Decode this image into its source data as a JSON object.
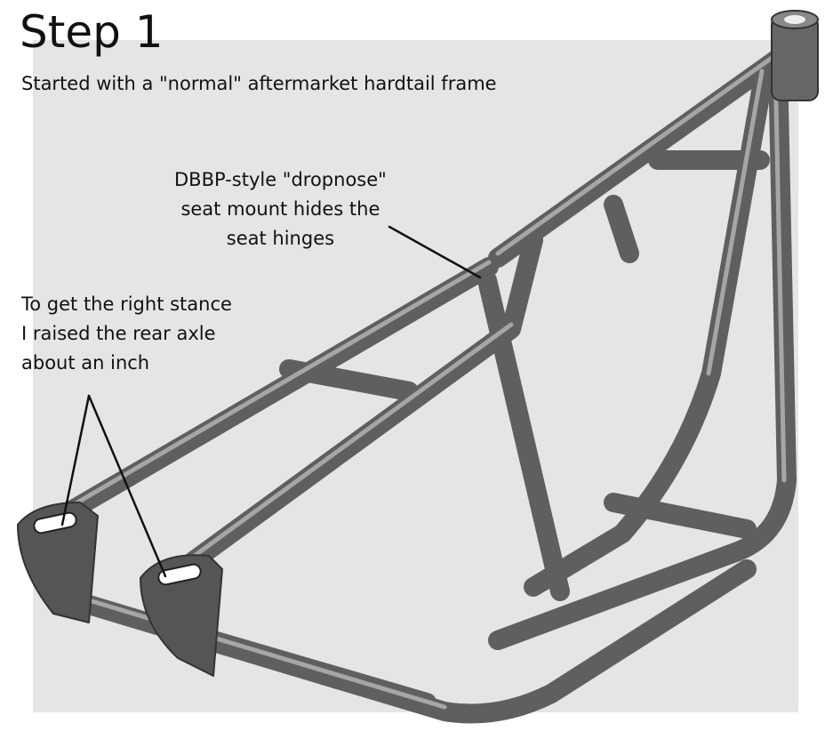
{
  "title": "Step 1",
  "subtitle": "Started with a \"normal\" aftermarket hardtail frame",
  "annotations": {
    "seat_mount": [
      "DBBP-style \"dropnose\"",
      "seat mount hides the",
      "seat hinges"
    ],
    "rear_axle": [
      "To get the right stance",
      "I raised the rear axle",
      "about an inch"
    ]
  },
  "colors": {
    "panel": "#e5e5e5",
    "tube": "#6e6e6e",
    "highlight": "#b8b8b8"
  }
}
